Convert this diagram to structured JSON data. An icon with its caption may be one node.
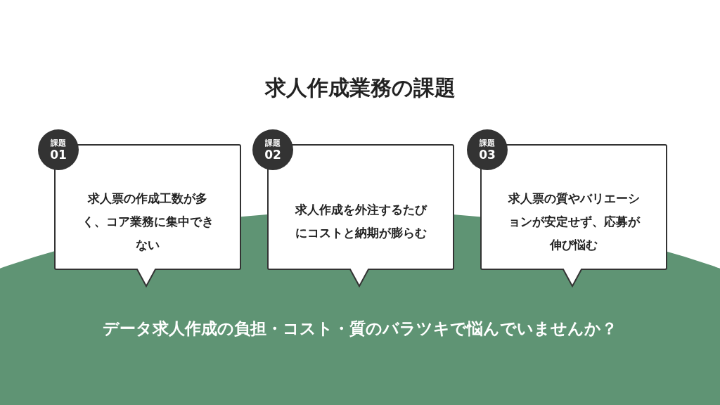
{
  "diagram": {
    "title": "求人作成業務の課題",
    "nodes": [
      {
        "text": [
          "課題",
          "01"
        ]
      },
      {
        "text": [
          "求人票の作成工数が多く、コア業務に集中できない"
        ]
      },
      {
        "text": [
          "課題",
          "02"
        ]
      },
      {
        "text": [
          "求人作成を外注するたびにコストと納期が膨らむ"
        ]
      },
      {
        "text": [
          "課題",
          "03"
        ]
      },
      {
        "text": [
          "求人票の質やバリエーションが安定せず、応募が伸び悩む"
        ]
      }
    ],
    "labels": [
      "データ求人作成の負担・コスト・質のバラツキで悩んでいませんか？"
    ]
  }
}
